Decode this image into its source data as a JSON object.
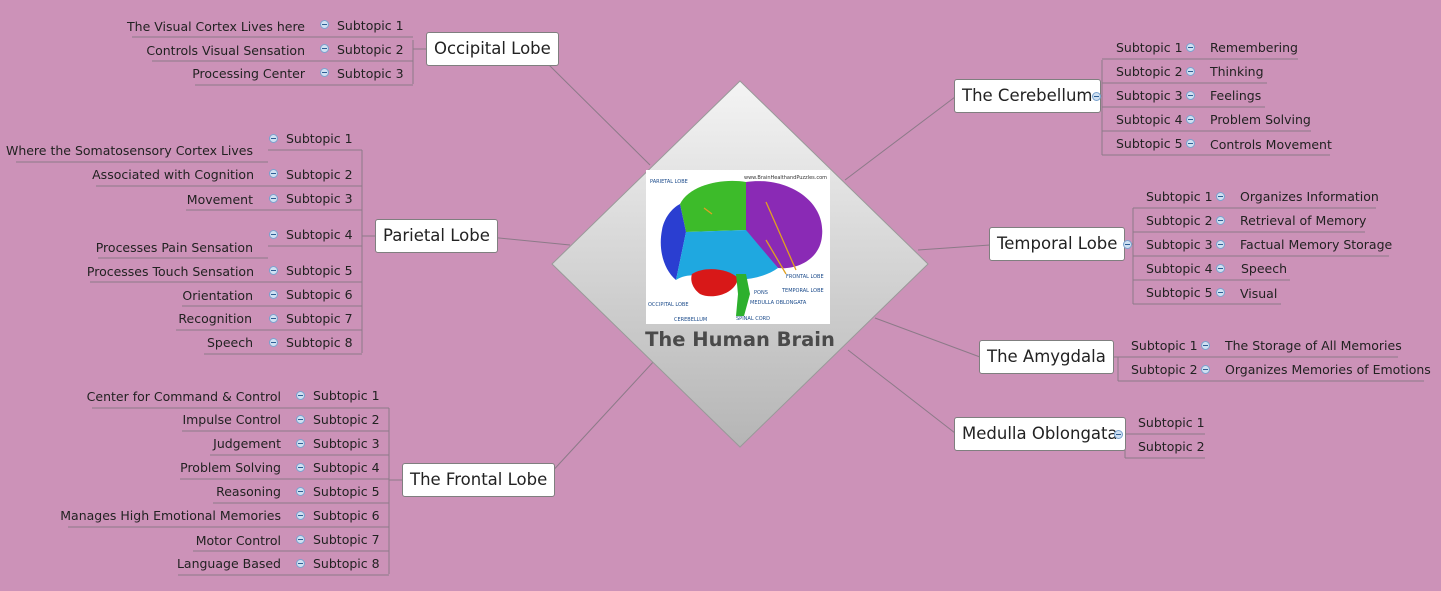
{
  "central": {
    "title": "The Human Brain"
  },
  "brain_image": {
    "url": "www.BrainHealthandPuzzles.com",
    "labels": [
      "PARIETAL LOBE",
      "FRONTAL LOBE",
      "TEMPORAL LOBE",
      "OCCIPITAL LOBE",
      "PONS",
      "MEDULLA OBLONGATA",
      "CEREBELLUM",
      "SPINAL CORD"
    ]
  },
  "topics": {
    "occipital": {
      "label": "Occipital Lobe",
      "subs": [
        {
          "n": "Subtopic 1",
          "t": "The Visual Cortex Lives here"
        },
        {
          "n": "Subtopic 2",
          "t": "Controls Visual Sensation"
        },
        {
          "n": "Subtopic 3",
          "t": "Processing Center"
        }
      ]
    },
    "parietal": {
      "label": "Parietal Lobe",
      "subs": [
        {
          "n": "Subtopic 1",
          "t": "Where the Somatosensory Cortex Lives"
        },
        {
          "n": "Subtopic 2",
          "t": "Associated with Cognition"
        },
        {
          "n": "Subtopic 3",
          "t": "Movement"
        },
        {
          "n": "Subtopic 4",
          "t": "Processes Pain Sensation"
        },
        {
          "n": "Subtopic 5",
          "t": "Processes Touch Sensation"
        },
        {
          "n": "Subtopic 6",
          "t": "Orientation"
        },
        {
          "n": "Subtopic 7",
          "t": "Recognition"
        },
        {
          "n": "Subtopic 8",
          "t": "Speech"
        }
      ]
    },
    "frontal": {
      "label": "The Frontal Lobe",
      "subs": [
        {
          "n": "Subtopic 1",
          "t": "Center for Command & Control"
        },
        {
          "n": "Subtopic 2",
          "t": "Impulse Control"
        },
        {
          "n": "Subtopic 3",
          "t": "Judgement"
        },
        {
          "n": "Subtopic 4",
          "t": "Problem Solving"
        },
        {
          "n": "Subtopic 5",
          "t": "Reasoning"
        },
        {
          "n": "Subtopic 6",
          "t": "Manages High Emotional Memories"
        },
        {
          "n": "Subtopic 7",
          "t": "Motor Control"
        },
        {
          "n": "Subtopic 8",
          "t": "Language Based"
        }
      ]
    },
    "cerebellum": {
      "label": "The Cerebellum",
      "subs": [
        {
          "n": "Subtopic 1",
          "t": "Remembering"
        },
        {
          "n": "Subtopic 2",
          "t": "Thinking"
        },
        {
          "n": "Subtopic 3",
          "t": "Feelings"
        },
        {
          "n": "Subtopic 4",
          "t": "Problem Solving"
        },
        {
          "n": "Subtopic 5",
          "t": "Controls Movement"
        }
      ]
    },
    "temporal": {
      "label": "Temporal Lobe",
      "subs": [
        {
          "n": "Subtopic 1",
          "t": "Organizes Information"
        },
        {
          "n": "Subtopic 2",
          "t": "Retrieval of Memory"
        },
        {
          "n": "Subtopic 3",
          "t": "Factual Memory Storage"
        },
        {
          "n": "Subtopic 4",
          "t": "Speech"
        },
        {
          "n": "Subtopic 5",
          "t": "Visual"
        }
      ]
    },
    "amygdala": {
      "label": "The Amygdala",
      "subs": [
        {
          "n": "Subtopic 1",
          "t": "The Storage of All Memories"
        },
        {
          "n": "Subtopic 2",
          "t": "Organizes Memories of Emotions"
        }
      ]
    },
    "medulla": {
      "label": "Medulla Oblongata",
      "subs": [
        {
          "n": "Subtopic 1"
        },
        {
          "n": "Subtopic 2"
        }
      ]
    }
  },
  "colors": {
    "background": "#cc92b8",
    "line": "#8c7a88",
    "node_border": "#7f7f7f"
  }
}
